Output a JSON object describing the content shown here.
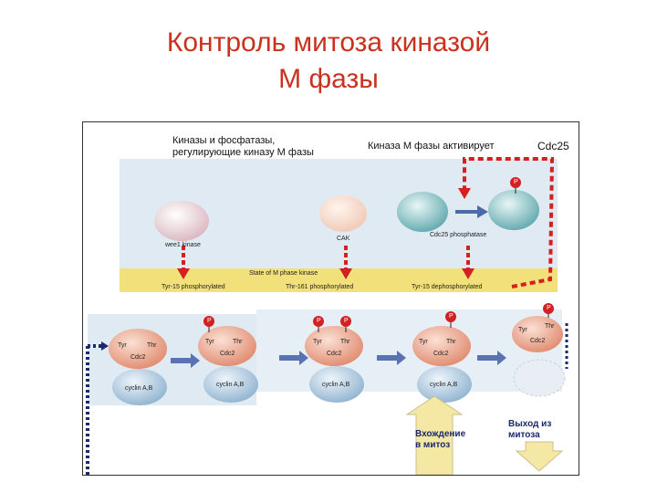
{
  "title": {
    "line1": "Контроль митоза киназой",
    "line2": "М фазы"
  },
  "diagram": {
    "header_left_1": "Киназы и фосфатазы,",
    "header_left_2": "регулирующие киназу М фазы",
    "header_right": "Киназа М фазы активирует",
    "header_right_target": "Cdc25",
    "regulators": {
      "wee1": "wee1 kinase",
      "cak": "CAK",
      "cdc25_phosphatase": "Cdc25 phosphatase"
    },
    "state_label": "State of M phase kinase",
    "states": {
      "tyr15_phos": "Tyr-15 phosphorylated",
      "thr161_phos": "Thr-161 phosphorylated",
      "tyr15_dephos": "Tyr-15 dephosphorylated"
    },
    "node": {
      "tyr": "Tyr",
      "thr": "Thr",
      "cdc2": "Cdc2",
      "cyclin": "cyclin A,B",
      "p": "P"
    },
    "entry_1": "Вхождение",
    "entry_2": "в митоз",
    "exit_1": "Выход из",
    "exit_2": "митоза"
  },
  "colors": {
    "title": "#c8321e",
    "cdc2": "#e8a088",
    "cyclin": "#a9c6dc",
    "phosphate": "#d42020",
    "arrow_red": "#d42020",
    "state_bar": "#f2e07a"
  }
}
